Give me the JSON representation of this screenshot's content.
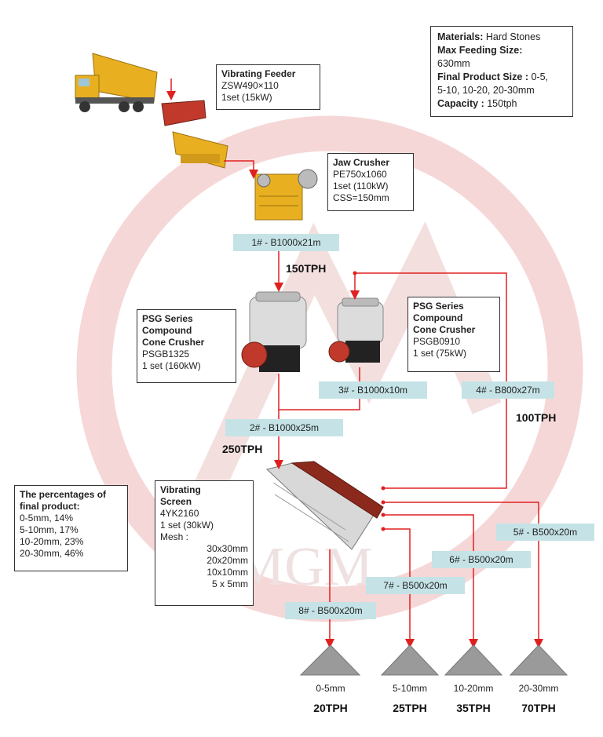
{
  "colors": {
    "flow_line": "#e02020",
    "label_bg": "#c5e3e6",
    "watermark": "#f6d3d3",
    "machine": "#e8b020"
  },
  "specs": {
    "materials_label": "Materials:",
    "materials_value": "Hard Stones",
    "feed_label": "Max Feeding Size:",
    "feed_value": "630mm",
    "final_label": "Final Product Size :",
    "final_value_1": "0-5,",
    "final_value_2": "5-10, 10-20, 20-30mm",
    "capacity_label": "Capacity :",
    "capacity_value": "150tph"
  },
  "feeder": {
    "title": "Vibrating Feeder",
    "model": "ZSW490×110",
    "spec": "1set  (15kW)"
  },
  "jaw": {
    "title": "Jaw Crusher",
    "model": "PE750x1060",
    "spec": "1set  (110kW)",
    "css": "CSS=150mm"
  },
  "cone_large": {
    "title_1": "PSG Series",
    "title_2": "Compound",
    "title_3": "Cone Crusher",
    "model": "PSGB1325",
    "spec": "1 set  (160kW)"
  },
  "cone_small": {
    "title_1": "PSG Series",
    "title_2": "Compound",
    "title_3": "Cone Crusher",
    "model": "PSGB0910",
    "spec": "1 set  (75kW)"
  },
  "screen": {
    "title_1": "Vibrating",
    "title_2": "Screen",
    "model": "4YK2160",
    "spec": "1 set  (30kW)",
    "mesh_label": "Mesh :",
    "mesh": [
      "30x30mm",
      "20x20mm",
      "10x10mm",
      "5 x 5mm"
    ]
  },
  "percentages": {
    "title_1": "The percentages of",
    "title_2": "final product:",
    "rows": [
      "0-5mm, 14%",
      "5-10mm, 17%",
      "10-20mm, 23%",
      "20-30mm, 46%"
    ]
  },
  "belts": {
    "b1": "1# - B1000x21m",
    "b2": "2# - B1000x25m",
    "b3": "3# - B1000x10m",
    "b4": "4# - B800x27m",
    "b5": "5# - B500x20m",
    "b6": "6# - B500x20m",
    "b7": "7# - B500x20m",
    "b8": "8# - B500x20m"
  },
  "flow": {
    "t150": "150TPH",
    "t250": "250TPH",
    "t100": "100TPH"
  },
  "outputs": [
    {
      "size": "0-5mm",
      "tph": "20TPH"
    },
    {
      "size": "5-10mm",
      "tph": "25TPH"
    },
    {
      "size": "10-20mm",
      "tph": "35TPH"
    },
    {
      "size": "20-30mm",
      "tph": "70TPH"
    }
  ],
  "watermark_text": "MGM"
}
